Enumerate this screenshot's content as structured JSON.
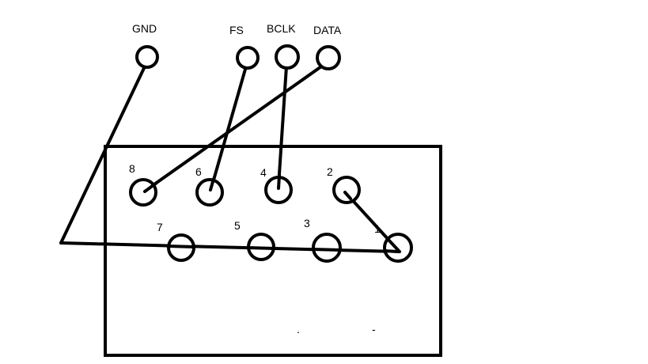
{
  "signals": {
    "gnd": "GND",
    "fs": "FS",
    "bclk": "BCLK",
    "data": "DATA"
  },
  "pins": {
    "p1": "1",
    "p2": "2",
    "p3": "3",
    "p4": "4",
    "p5": "5",
    "p6": "6",
    "p7": "7",
    "p8": "8"
  },
  "stray_marks": {
    "dash": "-",
    "dot": "."
  },
  "colors": {
    "ink": "#000000",
    "paper": "#ffffff"
  }
}
